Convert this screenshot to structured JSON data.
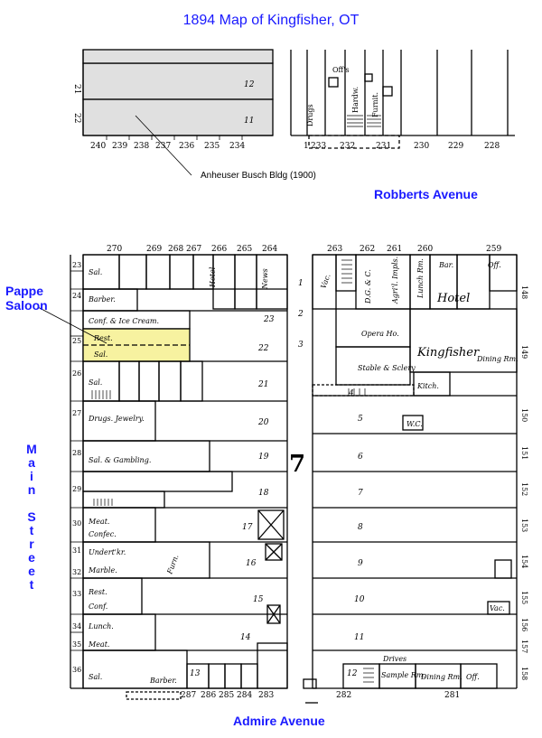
{
  "title": "1894 Map of Kingfisher, OT",
  "streets": {
    "top": "Robberts Avenue",
    "bottom": "Admire Avenue",
    "left": "Main Street"
  },
  "labels": {
    "pappe_line1": "Pappe",
    "pappe_line2": "Saloon",
    "anheuser": "Anheuser Busch Bldg (1900)",
    "block_number": "7"
  },
  "top_block": {
    "lot_numbers_bottom": [
      "240",
      "239",
      "238",
      "237",
      "236",
      "235",
      "234"
    ],
    "lot_numbers_right": [
      "1",
      "233",
      "232",
      "231",
      "230",
      "229",
      "228"
    ],
    "rows": [
      "12",
      "11"
    ],
    "side_numbers": [
      "21",
      "22"
    ],
    "store_labels": [
      "Drugs",
      "Hardw.",
      "Furnit.",
      "Off's"
    ]
  },
  "west_block": {
    "top_numbers": [
      "270",
      "269",
      "268",
      "267",
      "266",
      "265",
      "264"
    ],
    "lots": [
      "23",
      "22",
      "21",
      "20",
      "19",
      "18",
      "17",
      "16",
      "15",
      "14",
      "13"
    ],
    "side_numbers": [
      "23",
      "24",
      "25",
      "26",
      "27",
      "28",
      "29",
      "30",
      "31",
      "32",
      "33",
      "34",
      "35",
      "36"
    ],
    "businesses": [
      "Sal.",
      "Barber.",
      "Conf. & Ice Cream.",
      "Rest.",
      "Sal.",
      "Sal.",
      "Drugs. Jewelry.",
      "Sal. & Gambling.",
      "Meat.",
      "Confec.",
      "Undert'kr.",
      "Marble.",
      "Rest.",
      "Conf.",
      "Lunch.",
      "Meat.",
      "Sal.",
      "Barber.",
      "Furn.",
      "Hotel",
      "News"
    ],
    "bottom_numbers": [
      "287",
      "286",
      "285",
      "284",
      "283"
    ]
  },
  "east_block": {
    "top_numbers": [
      "263",
      "262",
      "261",
      "260",
      "259"
    ],
    "lots": [
      "1",
      "2",
      "3",
      "4",
      "5",
      "6",
      "7",
      "8",
      "9",
      "10",
      "11",
      "12"
    ],
    "right_numbers": [
      "148",
      "149",
      "150",
      "151",
      "152",
      "153",
      "154",
      "155",
      "156",
      "157",
      "158"
    ],
    "businesses": [
      "Vac.",
      "D.G. & C.",
      "Agri'l. Impls.",
      "Lunch Rm.",
      "Bar.",
      "Off.",
      "Hotel",
      "Opera Ho.",
      "Kingfisher",
      "Dining Rm.",
      "Stable & Sclery",
      "W.C.",
      "Kitch.",
      "Vac.",
      "Drives",
      "Sample Rm.",
      "Dining Rm.",
      "Off."
    ],
    "bottom_numbers": [
      "282",
      "281"
    ]
  },
  "colors": {
    "caption": "#1a1aff",
    "highlight": "#f7f2a0",
    "anheuser_fill": "#e0e0e0",
    "ink": "#000000"
  }
}
